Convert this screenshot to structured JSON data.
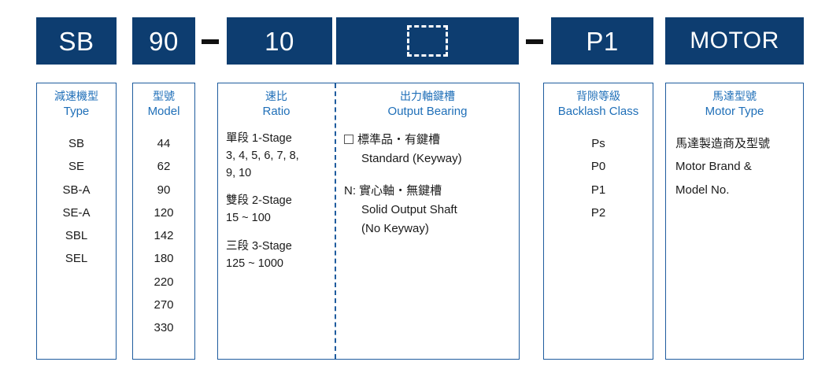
{
  "header": {
    "boxes": [
      {
        "label": "SB",
        "kind": "text"
      },
      {
        "label": "90",
        "kind": "text"
      },
      {
        "label": "10",
        "kind": "text"
      },
      {
        "label": "",
        "kind": "placeholder"
      },
      {
        "label": "P1",
        "kind": "text"
      },
      {
        "label": "MOTOR",
        "kind": "text"
      }
    ],
    "separator": "—"
  },
  "columns": {
    "type": {
      "title_cn": "減速機型",
      "title_en": "Type",
      "items": [
        "SB",
        "SE",
        "SB-A",
        "SE-A",
        "SBL",
        "SEL"
      ]
    },
    "model": {
      "title_cn": "型號",
      "title_en": "Model",
      "items": [
        "44",
        "62",
        "90",
        "120",
        "142",
        "180",
        "220",
        "270",
        "330"
      ]
    },
    "ratio": {
      "title_cn": "速比",
      "title_en": "Ratio",
      "groups": [
        {
          "heading": "單段 1-Stage",
          "lines": [
            "3, 4, 5, 6, 7, 8,",
            "9, 10"
          ]
        },
        {
          "heading": "雙段 2-Stage",
          "lines": [
            "15 ~ 100"
          ]
        },
        {
          "heading": "三段 3-Stage",
          "lines": [
            "125 ~ 1000"
          ]
        }
      ]
    },
    "output_bearing": {
      "title_cn": "出力軸鍵槽",
      "title_en": "Output Bearing",
      "options": [
        {
          "symbol": "square",
          "prefix": "",
          "cn": "標準品・有鍵槽",
          "en_lines": [
            "Standard (Keyway)"
          ]
        },
        {
          "symbol": "none",
          "prefix": "N: ",
          "cn": "實心軸・無鍵槽",
          "en_lines": [
            "Solid Output Shaft",
            "(No Keyway)"
          ]
        }
      ]
    },
    "backlash": {
      "title_cn": "背隙等級",
      "title_en": "Backlash Class",
      "items": [
        "Ps",
        "P0",
        "P1",
        "P2"
      ]
    },
    "motor": {
      "title_cn": "馬達型號",
      "title_en": "Motor Type",
      "lines": [
        "馬達製造商及型號",
        "Motor Brand &",
        "Model No."
      ]
    }
  },
  "colors": {
    "navy": "#0d3d70",
    "border_blue": "#1f5c9e",
    "heading_blue": "#1f6fb8",
    "text_black": "#1a1a1a"
  }
}
